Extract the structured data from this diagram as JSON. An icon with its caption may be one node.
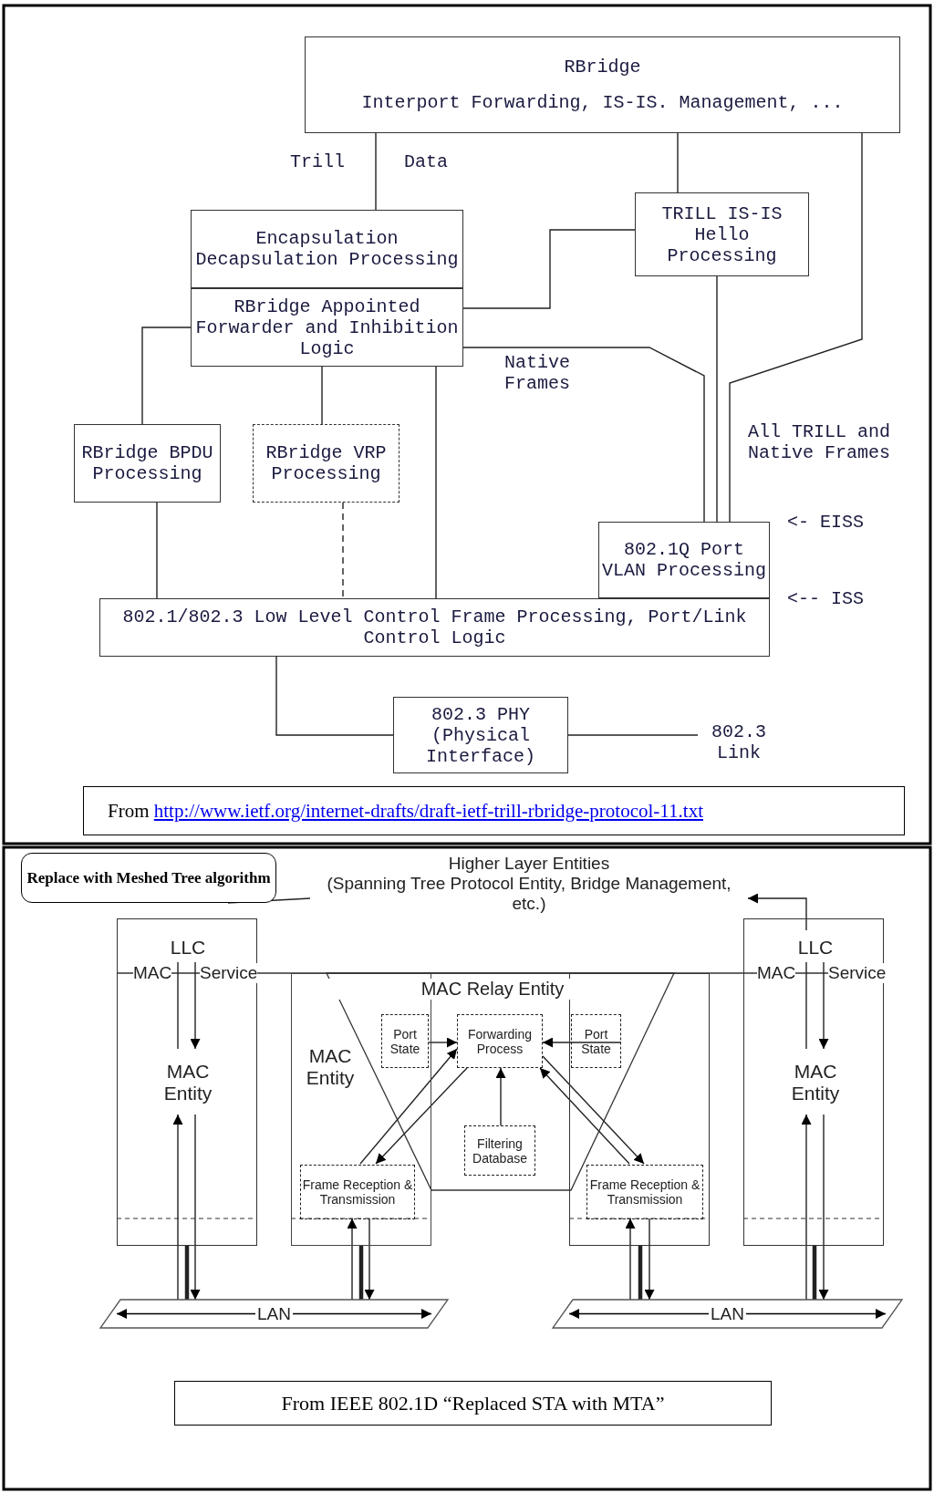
{
  "diagram": {
    "nodes": [
      {
        "text": [
          "RBridge",
          "Interport Forwarding, IS-IS. Management, ..."
        ]
      },
      {
        "text": [
          "Encapsulation Decapsulation Processing"
        ]
      },
      {
        "text": [
          "TRILL IS-IS Hello Processing"
        ]
      },
      {
        "text": [
          "RBridge Appointed Forwarder and Inhibition Logic"
        ]
      },
      {
        "text": [
          "RBridge BPDU Processing"
        ]
      },
      {
        "text": [
          "RBridge VRP Processing"
        ]
      },
      {
        "text": [
          "802.1Q Port VLAN Processing"
        ],
        "beside": [
          "<- EISS"
        ]
      },
      {
        "text": [
          "802.1/802.3 Low Level Control Frame Processing, Port/Link Control Logic"
        ],
        "beside": [
          "<-- ISS"
        ]
      },
      {
        "text": [
          "802.3 PHY (Physical Interface)"
        ]
      },
      {
        "text": [
          "802.3 Link"
        ]
      },
      {
        "text": [
          "From http://www.ietf.org/internet-drafts/draft-ietf-trill-rbridge-protocol-11.txt"
        ]
      },
      {
        "text": [
          "Replace with Meshed Tree algorithm"
        ]
      },
      {
        "text": [
          "Higher Layer Entities",
          "(Spanning Tree Protocol Entity, Bridge Management, etc.)"
        ]
      },
      {
        "text": [],
        "shape": "box"
      },
      {
        "text": [
          "LLC"
        ],
        "in": 13
      },
      {
        "text": [
          "MAC Entity"
        ],
        "in": 13
      },
      {
        "text": [
          "MAC Relay Entity"
        ]
      },
      {
        "text": [
          "Port State"
        ]
      },
      {
        "text": [
          "Forwarding Process"
        ],
        "in": 16
      },
      {
        "text": [
          "Port State"
        ]
      },
      {
        "text": [
          "Filtering Database"
        ],
        "in": 16
      },
      {
        "text": [
          "MAC Entity"
        ]
      },
      {
        "text": [
          "Frame Reception & Transmission"
        ],
        "in": 21
      },
      {
        "text": [],
        "shape": "box"
      },
      {
        "text": [
          "Frame Reception & Transmission"
        ],
        "in": 23
      },
      {
        "text": [],
        "shape": "box"
      },
      {
        "text": [
          "LLC"
        ],
        "in": 25
      },
      {
        "text": [
          "MAC Entity"
        ],
        "in": 25
      },
      {
        "text": [
          "LAN"
        ]
      },
      {
        "text": [
          "LAN"
        ]
      },
      {
        "text": [
          "From  IEEE 802.1D “Replaced STA with MTA”"
        ]
      }
    ],
    "edges": [
      {
        "from": 0,
        "to": 1,
        "arrow": "none"
      },
      {
        "from": 0,
        "to": 2,
        "arrow": "none"
      },
      {
        "from": 0,
        "to": 6,
        "arrow": "none"
      },
      {
        "from": 2,
        "to": 3,
        "arrow": "none"
      },
      {
        "from": 2,
        "to": 6,
        "arrow": "none"
      },
      {
        "from": 3,
        "to": 6,
        "arrow": "none",
        "label": "Native Frames"
      },
      {
        "from": 3,
        "to": 4,
        "arrow": "none"
      },
      {
        "from": 3,
        "to": 5,
        "arrow": "none"
      },
      {
        "from": 3,
        "to": 7,
        "arrow": "none"
      },
      {
        "from": 4,
        "to": 7,
        "arrow": "none"
      },
      {
        "from": 5,
        "to": 7,
        "arrow": "none",
        "style": "dashed"
      },
      {
        "from": 7,
        "to": 8,
        "arrow": "none"
      },
      {
        "from": 8,
        "to": 9,
        "arrow": "none"
      },
      {
        "from": 11,
        "to": 12,
        "arrow": "none"
      },
      {
        "from": 14,
        "to": 15,
        "arrow": "to"
      },
      {
        "from": 28,
        "to": 15,
        "arrow": "to"
      },
      {
        "from": 15,
        "to": 28,
        "arrow": "to"
      },
      {
        "from": 13,
        "to": 28,
        "arrow": "none",
        "style": "thick"
      },
      {
        "from": 17,
        "to": 18,
        "arrow": "to"
      },
      {
        "from": 19,
        "to": 18,
        "arrow": "to"
      },
      {
        "from": 20,
        "to": 18,
        "arrow": "to"
      },
      {
        "from": 22,
        "to": 18,
        "arrow": "to"
      },
      {
        "from": 18,
        "to": 22,
        "arrow": "to"
      },
      {
        "from": 24,
        "to": 18,
        "arrow": "to"
      },
      {
        "from": 18,
        "to": 24,
        "arrow": "to"
      },
      {
        "from": 28,
        "to": 22,
        "arrow": "to"
      },
      {
        "from": 22,
        "to": 28,
        "arrow": "to"
      },
      {
        "from": 21,
        "to": 28,
        "arrow": "none",
        "style": "thick"
      },
      {
        "from": 29,
        "to": 24,
        "arrow": "to"
      },
      {
        "from": 24,
        "to": 29,
        "arrow": "to"
      },
      {
        "from": 23,
        "to": 29,
        "arrow": "none",
        "style": "thick"
      },
      {
        "from": 26,
        "to": 12,
        "arrow": "to"
      },
      {
        "from": 26,
        "to": 27,
        "arrow": "to"
      },
      {
        "from": 29,
        "to": 27,
        "arrow": "to"
      },
      {
        "from": 27,
        "to": 29,
        "arrow": "to"
      },
      {
        "from": 25,
        "to": 29,
        "arrow": "none",
        "style": "thick"
      },
      {
        "from": 15,
        "to": 14,
        "arrow": "none"
      },
      {
        "from": 27,
        "to": 26,
        "arrow": "none"
      }
    ],
    "labels": [
      "Trill",
      "Data",
      "All TRILL and Native Frames",
      "MAC",
      "Service",
      "MAC",
      "Service"
    ]
  }
}
